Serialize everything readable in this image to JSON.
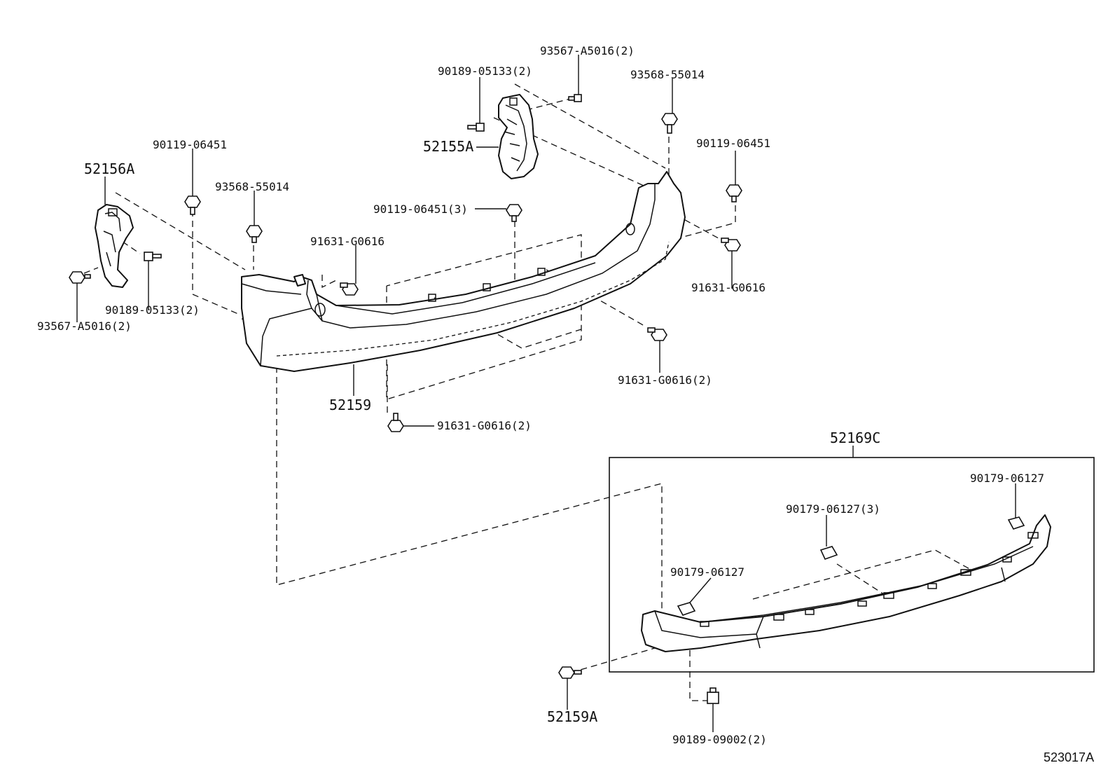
{
  "figure_id": "523017A",
  "labels": [
    {
      "id": "lbl-93567-a5016-2-top",
      "text": "93567-A5016(2)",
      "size": "small"
    },
    {
      "id": "lbl-90189-05133-2-top",
      "text": "90189-05133(2)",
      "size": "small"
    },
    {
      "id": "lbl-93568-55014-top",
      "text": "93568-55014",
      "size": "small"
    },
    {
      "id": "lbl-52155a",
      "text": "52155A",
      "size": "big"
    },
    {
      "id": "lbl-90119-06451-right",
      "text": "90119-06451",
      "size": "small"
    },
    {
      "id": "lbl-90119-06451-left",
      "text": "90119-06451",
      "size": "small"
    },
    {
      "id": "lbl-52156a",
      "text": "52156A",
      "size": "big"
    },
    {
      "id": "lbl-93568-55014-left",
      "text": "93568-55014",
      "size": "small"
    },
    {
      "id": "lbl-90119-06451-3",
      "text": "90119-06451(3)",
      "size": "small"
    },
    {
      "id": "lbl-91631-g0616-center",
      "text": "91631-G0616",
      "size": "small"
    },
    {
      "id": "lbl-91631-g0616-right",
      "text": "91631-G0616",
      "size": "small"
    },
    {
      "id": "lbl-90189-05133-2-left",
      "text": "90189-05133(2)",
      "size": "small"
    },
    {
      "id": "lbl-93567-a5016-2-left",
      "text": "93567-A5016(2)",
      "size": "small"
    },
    {
      "id": "lbl-91631-g0616-2-right",
      "text": "91631-G0616(2)",
      "size": "small"
    },
    {
      "id": "lbl-52159",
      "text": "52159",
      "size": "big"
    },
    {
      "id": "lbl-91631-g0616-2-bottom",
      "text": "91631-G0616(2)",
      "size": "small"
    },
    {
      "id": "lbl-52169c",
      "text": "52169C",
      "size": "big"
    },
    {
      "id": "lbl-90179-06127-right",
      "text": "90179-06127",
      "size": "small"
    },
    {
      "id": "lbl-90179-06127-3",
      "text": "90179-06127(3)",
      "size": "small"
    },
    {
      "id": "lbl-90179-06127-left",
      "text": "90179-06127",
      "size": "small"
    },
    {
      "id": "lbl-52159a",
      "text": "52159A",
      "size": "big"
    },
    {
      "id": "lbl-90189-09002-2",
      "text": "90189-09002(2)",
      "size": "small"
    }
  ]
}
